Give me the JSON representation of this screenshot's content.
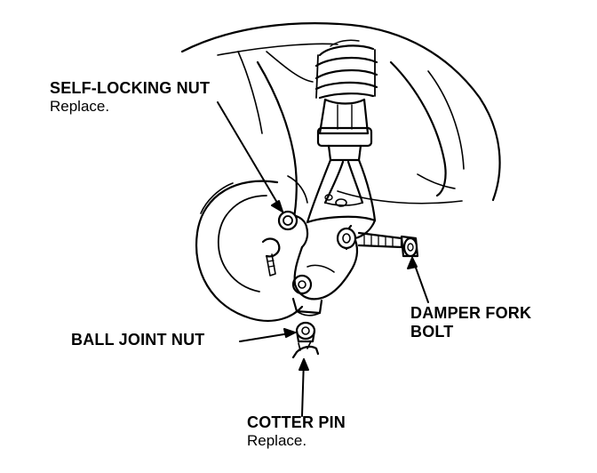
{
  "labels": {
    "self_locking_nut": {
      "title": "SELF-LOCKING NUT",
      "note": "Replace."
    },
    "damper_fork_bolt": {
      "title_line1": "DAMPER FORK",
      "title_line2": "BOLT"
    },
    "ball_joint_nut": {
      "title": "BALL JOINT NUT"
    },
    "cotter_pin": {
      "title": "COTTER PIN",
      "note": "Replace."
    }
  },
  "colors": {
    "ink": "#000000",
    "background": "#ffffff"
  }
}
